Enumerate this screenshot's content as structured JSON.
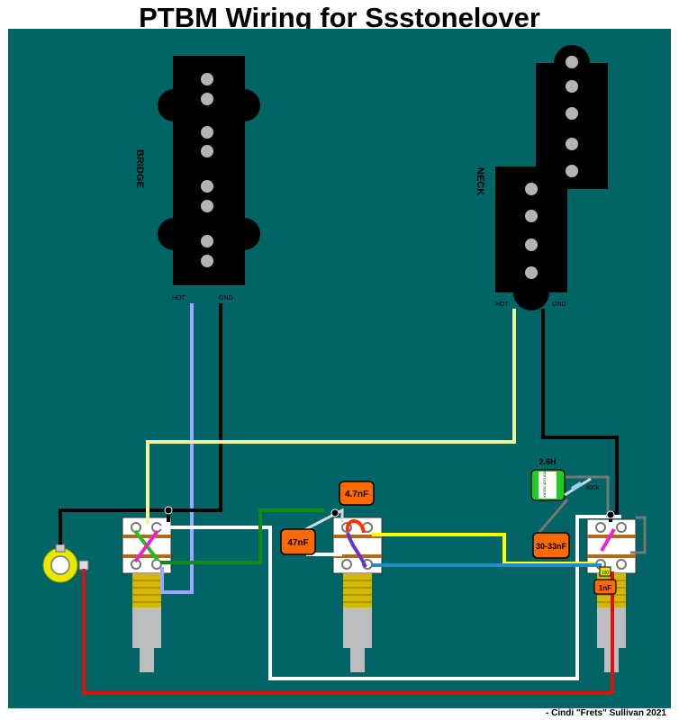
{
  "title": "PTBM Wiring for Ssstonelover",
  "credit": "- Cindi \"Frets\" Sullivan 2021",
  "colors": {
    "board": "#016466",
    "pickup": "#000000",
    "pole": "#b4b4b4",
    "capacitor": "#ff6a00",
    "inductor": "#22cc22",
    "wire_hot_bridge": "#9aa6ff",
    "wire_hot_neck": "#f3f39a",
    "wire_ground": "#000000",
    "wire_white": "#ffffff",
    "wire_green": "#118a11",
    "wire_yellow": "#ffff00",
    "wire_blue": "#1e90c8",
    "wire_red": "#dd1111",
    "wire_magenta": "#ee22cc",
    "wire_purple": "#6633cc"
  },
  "pickups": {
    "bridge": {
      "label": "BRIDGE",
      "hot": "HOT",
      "gnd": "GND"
    },
    "neck": {
      "label": "NECK",
      "hot": "HOT",
      "gnd": "GND"
    }
  },
  "components": {
    "cap_47nf": "47nF",
    "cap_4_7nf": "4.7nF",
    "cap_30_33nf": "30-33nF",
    "cap_1nf": "1nF",
    "inductor_value": "2.6H",
    "inductor_marking": "XICON 42TL018",
    "resistor_300k": "300k",
    "small_cap_marking": "100"
  },
  "icons": [
    "output-jack-icon",
    "potentiometer-icon",
    "capacitor-icon",
    "inductor-icon",
    "resistor-icon"
  ]
}
